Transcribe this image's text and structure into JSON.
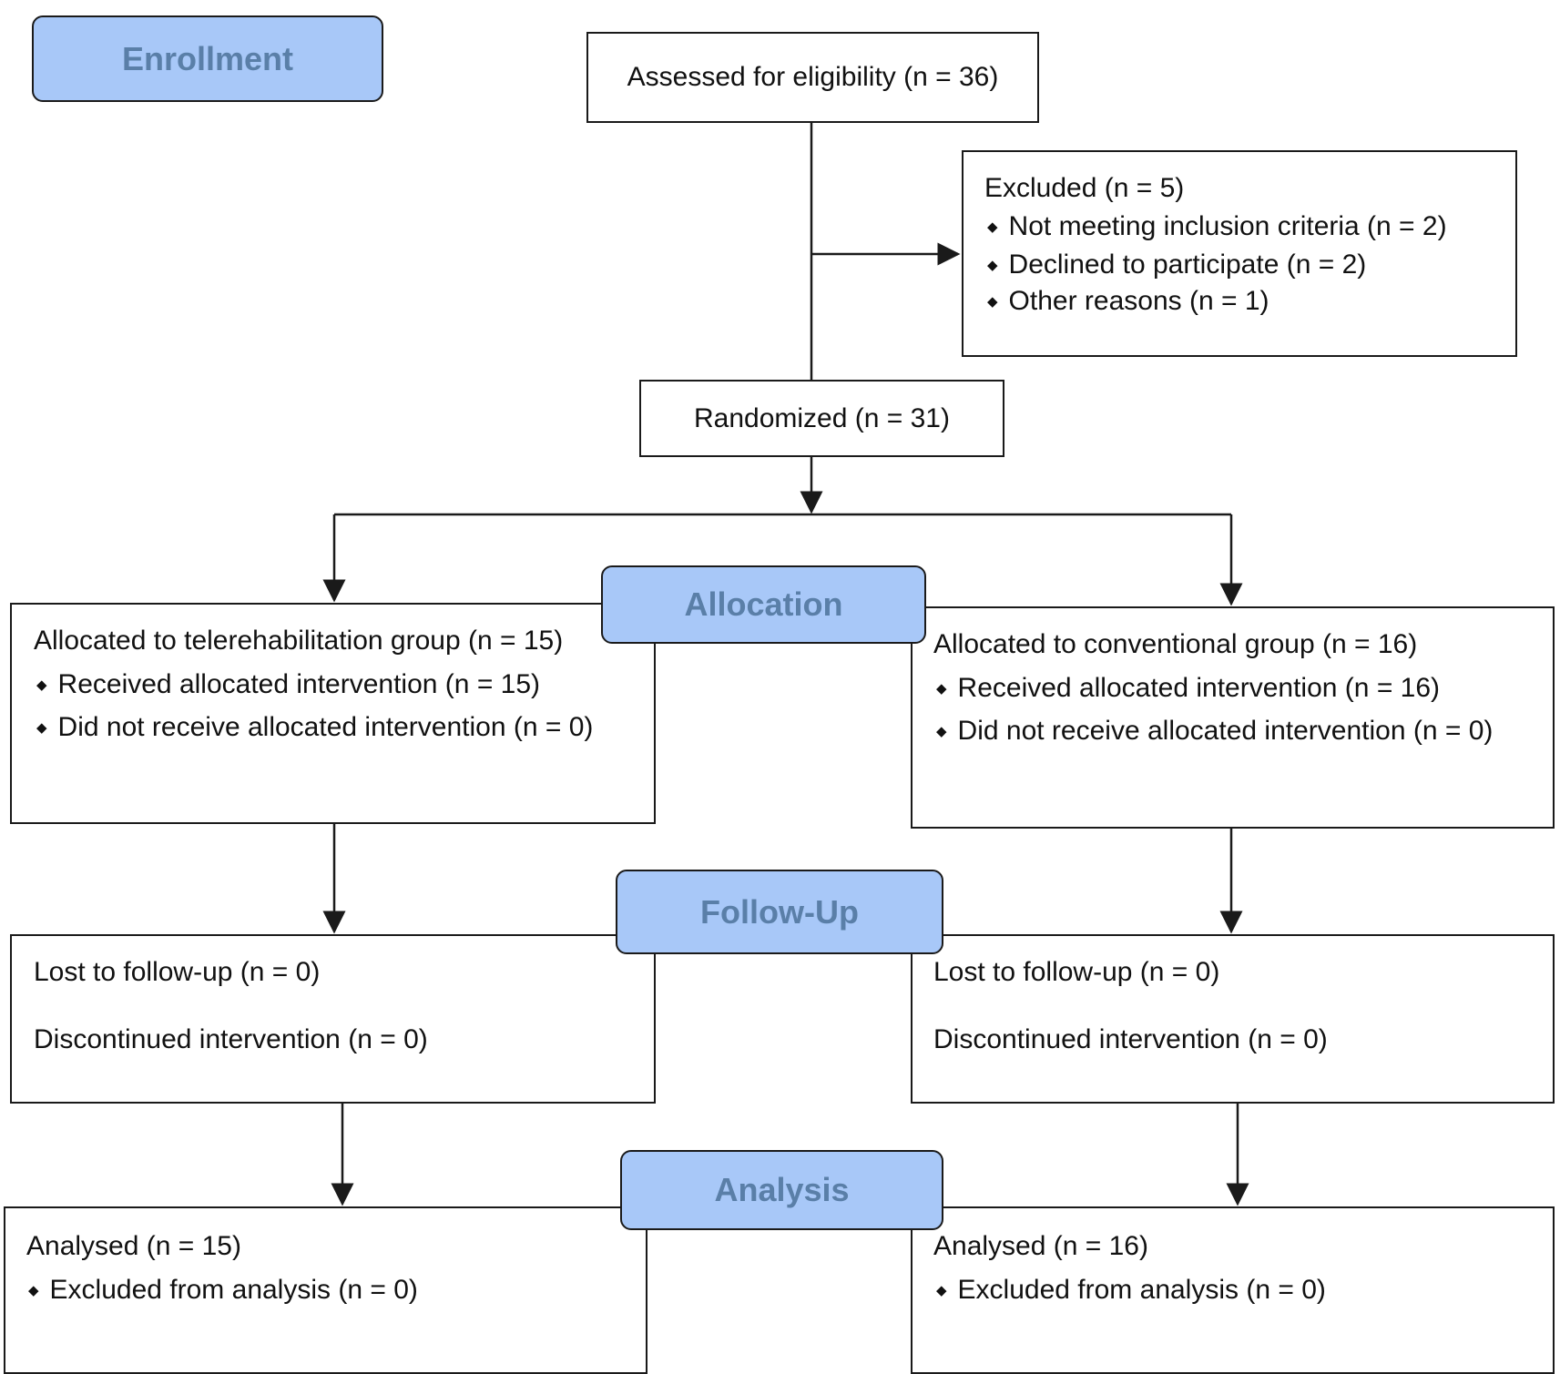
{
  "colors": {
    "stage_fill": "#a8c8f8",
    "stage_text": "#5a7fa8",
    "line": "#1a1a1a",
    "text": "#111111"
  },
  "stages": {
    "enrollment": "Enrollment",
    "allocation": "Allocation",
    "follow_up": "Follow-Up",
    "analysis": "Analysis"
  },
  "enrollment": {
    "assessed": "Assessed for eligibility (n = 36)",
    "excluded": {
      "title": "Excluded  (n = 5)",
      "items": [
        "Not meeting inclusion criteria (n = 2)",
        "Declined to participate (n = 2)",
        "Other reasons (n = 1)"
      ]
    },
    "randomized": "Randomized (n = 31)"
  },
  "allocation": {
    "left": {
      "title": "Allocated to telerehabilitation group (n = 15)",
      "items": [
        "Received allocated intervention (n = 15)",
        "Did not receive allocated intervention (n = 0)"
      ]
    },
    "right": {
      "title": "Allocated to conventional group (n = 16)",
      "items": [
        "Received allocated intervention (n = 16)",
        "Did not receive allocated intervention (n = 0)"
      ]
    }
  },
  "follow_up": {
    "left": {
      "lost": "Lost to follow-up (n = 0)",
      "discontinued": "Discontinued intervention (n = 0)"
    },
    "right": {
      "lost": "Lost to follow-up (n = 0)",
      "discontinued": "Discontinued intervention (n = 0)"
    }
  },
  "analysis": {
    "left": {
      "title": "Analysed  (n = 15)",
      "items": [
        "Excluded from analysis (n = 0)"
      ]
    },
    "right": {
      "title": "Analysed  (n = 16)",
      "items": [
        "Excluded from analysis (n = 0)"
      ]
    }
  }
}
